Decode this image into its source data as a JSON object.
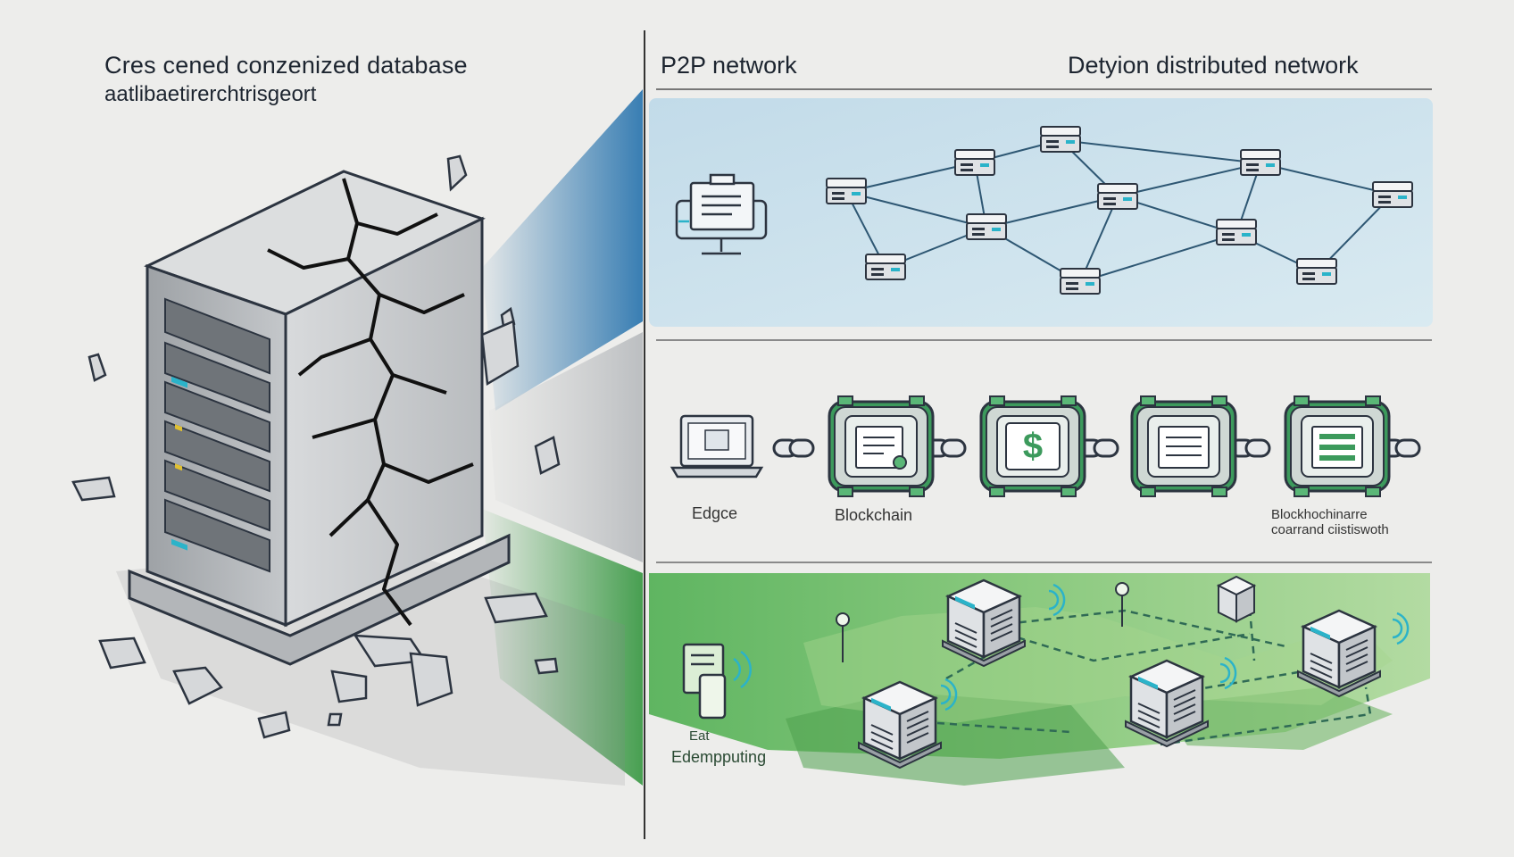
{
  "left_panel": {
    "title": "Cres cened conzenized database",
    "subtitle": "aatlibaetirerchtrisgeort"
  },
  "right_panel": {
    "header_left": "P2P network",
    "header_right": "Detyion distributed network",
    "row_blockchain": {
      "label_edge": "Edgce",
      "label_blockchain": "Blockchain",
      "label_right_line1": "Blockhochinarre",
      "label_right_line2": "coarrand ciistiswoth",
      "currency_glyph": "$"
    },
    "row_edge": {
      "label_line1": "Eat",
      "label_line2": "Edempputing"
    }
  },
  "colors": {
    "background": "#ededeb",
    "p2p_panel": "#cfe4ee",
    "edge_panel": "#79c374",
    "beam_blue": "#3a83b7",
    "beam_green": "#3f9b49",
    "node_accent": "#2bb3c9",
    "chain_green": "#3c9a5c"
  }
}
